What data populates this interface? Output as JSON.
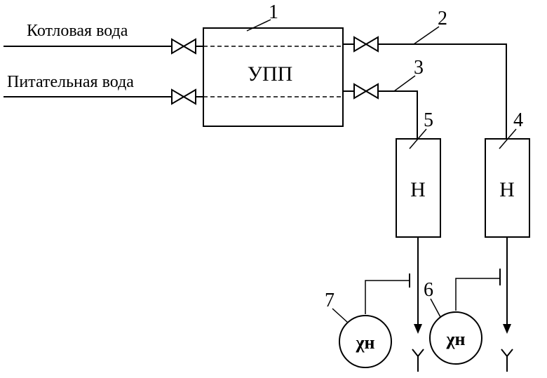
{
  "inputs": {
    "boiler_water": "Котловая вода",
    "feed_water": "Питательная вода"
  },
  "unit": {
    "label": "УПП"
  },
  "exchangers": {
    "left_label": "Н",
    "right_label": "Н"
  },
  "meters": {
    "left_label": "χн",
    "right_label": "χн"
  },
  "callouts": {
    "unit": "1",
    "line_top": "2",
    "line_bottom": "3",
    "exchanger_right": "4",
    "exchanger_left": "5",
    "meter_right": "6",
    "meter_left": "7"
  }
}
